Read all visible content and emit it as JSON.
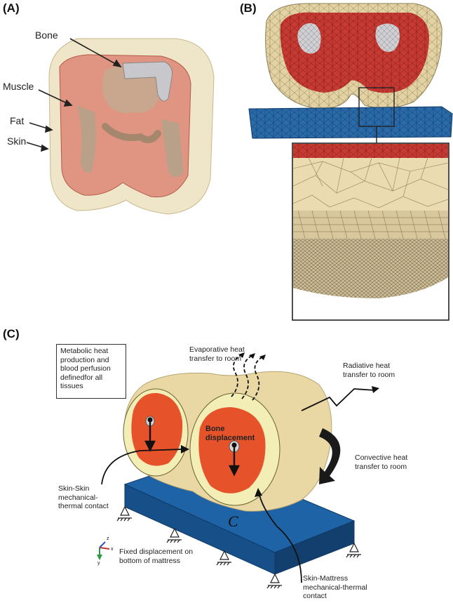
{
  "panels": {
    "a": {
      "label": "(A)",
      "tissue_labels": [
        "Bone",
        "Muscle",
        "Fat",
        "Skin"
      ]
    },
    "b": {
      "label": "(B)"
    },
    "c": {
      "label": "(C)",
      "note_box": [
        "Metabolic heat",
        "production and",
        "blood perfusion",
        "definedfor all",
        "tissues"
      ],
      "evaporative": [
        "Evaporative heat",
        "transfer to room"
      ],
      "radiative": [
        "Radiative heat",
        "transfer to room"
      ],
      "convective": [
        "Convective heat",
        "transfer to room"
      ],
      "bone_displacement": [
        "Bone",
        "displacement"
      ],
      "skin_skin": [
        "Skin-Skin",
        "mechanical-",
        "thermal contact"
      ],
      "fixed_disp": [
        "Fixed displacement on",
        "bottom of mattress"
      ],
      "skin_mattress": [
        "Skin-Mattress",
        "mechanical-thermal",
        "contact"
      ],
      "contact_symbol": "C",
      "axis_labels": [
        "z",
        "x",
        "y"
      ]
    }
  },
  "colors": {
    "skin": "#e6d6a8",
    "fat": "#f2eab8",
    "muscle": "#e2542a",
    "bone": "#c9c9c9",
    "mattress": "#1d5fa3",
    "mesh_red": "#c33a32"
  }
}
